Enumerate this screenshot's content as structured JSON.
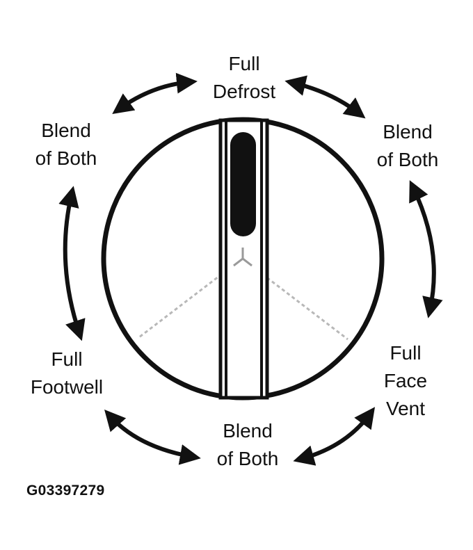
{
  "colors": {
    "ink": "#111111",
    "guide": "#b8b8b8",
    "background": "#ffffff"
  },
  "positions": {
    "top": {
      "line1": "Full",
      "line2": "Defrost"
    },
    "upper_left": {
      "line1": "Blend",
      "line2": "of Both"
    },
    "upper_right": {
      "line1": "Blend",
      "line2": "of Both"
    },
    "lower_left": {
      "line1": "Full",
      "line2": "Footwell"
    },
    "lower_right": {
      "line1": "Full",
      "line2": "Face",
      "line3": "Vent"
    },
    "bottom": {
      "line1": "Blend",
      "line2": "of Both"
    }
  },
  "figure_code": "G03397279"
}
